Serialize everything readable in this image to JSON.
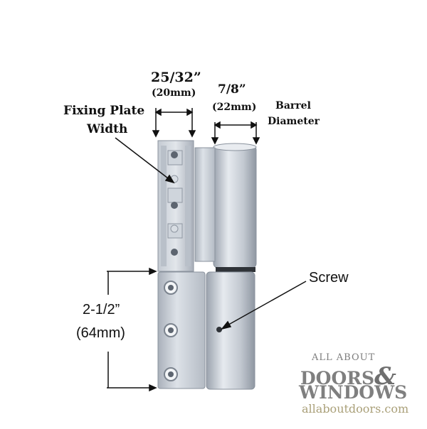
{
  "dimensions": {
    "plate_width": "25/32”",
    "plate_width_mm": "(20mm)",
    "barrel_diameter": "7/8”",
    "barrel_diameter_mm": "(22mm)",
    "height": "2-1/2”",
    "height_mm": "(64mm)"
  },
  "labels": {
    "fixing_plate_line1": "Fixing Plate",
    "fixing_plate_line2": "Width",
    "barrel_line1": "Barrel",
    "barrel_line2": "Diameter",
    "screw": "Screw"
  },
  "logo": {
    "line1": "ALL ABOUT",
    "line2": "DOORS",
    "ampersand": "&",
    "line3": "WINDOWS",
    "url": "allaboutdoors.com"
  },
  "colors": {
    "metal_light": "#dfe4ea",
    "metal_mid": "#b7bec8",
    "metal_dark": "#8e96a2",
    "text": "#111111",
    "logo_grey": "#7f7f7f",
    "logo_gold": "#aaa079"
  }
}
